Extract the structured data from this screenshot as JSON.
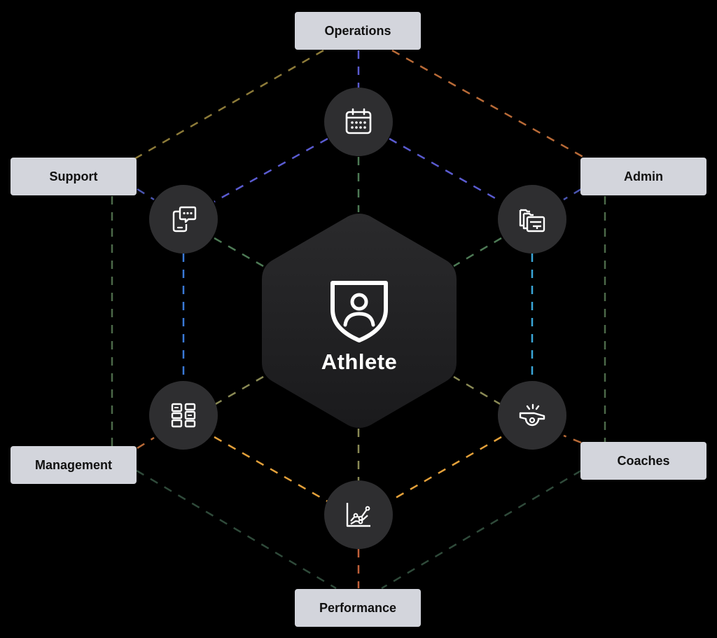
{
  "diagram": {
    "center": {
      "label": "Athlete",
      "icon": "shield-user-icon"
    },
    "labels": {
      "operations": "Operations",
      "admin": "Admin",
      "coaches": "Coaches",
      "performance": "Performance",
      "management": "Management",
      "support": "Support"
    },
    "nodes": [
      {
        "icon": "calendar-icon"
      },
      {
        "icon": "folders-icon"
      },
      {
        "icon": "whistle-icon"
      },
      {
        "icon": "chart-line-icon"
      },
      {
        "icon": "board-icon"
      },
      {
        "icon": "phone-chat-icon"
      }
    ],
    "colors": {
      "background": "#000000",
      "label_bg": "#d3d5dc",
      "node_bg": "#2e2e30",
      "hex_bg": "#1f1f21"
    }
  }
}
